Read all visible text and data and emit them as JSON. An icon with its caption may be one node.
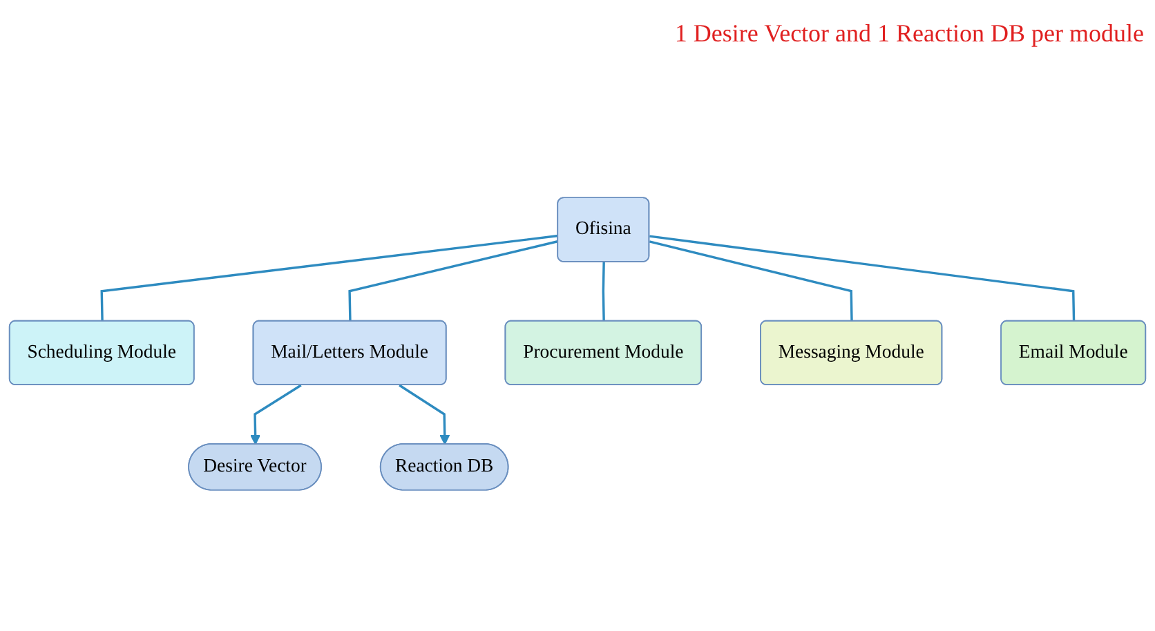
{
  "diagram": {
    "nodes": [
      {
        "text": [
          "Desire Vector"
        ]
      },
      {
        "text": [
          "Reaction DB"
        ]
      },
      {
        "text": [
          "Scheduling Module"
        ]
      },
      {
        "text": [
          "Mail/Letters Module"
        ]
      },
      {
        "text": [
          "Procurement Module"
        ]
      },
      {
        "text": [
          "Ofisina"
        ]
      },
      {
        "text": [
          "Messaging Module"
        ]
      },
      {
        "text": [
          "Email Module"
        ]
      }
    ],
    "edges": [
      {
        "from": 3,
        "to": 0,
        "arrow": "to"
      },
      {
        "from": 3,
        "to": 1,
        "arrow": "to"
      },
      {
        "from": 5,
        "to": 2,
        "arrow": "none"
      },
      {
        "from": 5,
        "to": 3,
        "arrow": "none"
      },
      {
        "from": 5,
        "to": 4,
        "arrow": "none"
      },
      {
        "from": 5,
        "to": 6,
        "arrow": "none"
      },
      {
        "from": 5,
        "to": 7,
        "arrow": "none"
      }
    ],
    "labels": [
      "1 Desire Vector and 1 Reaction DB per module"
    ]
  }
}
